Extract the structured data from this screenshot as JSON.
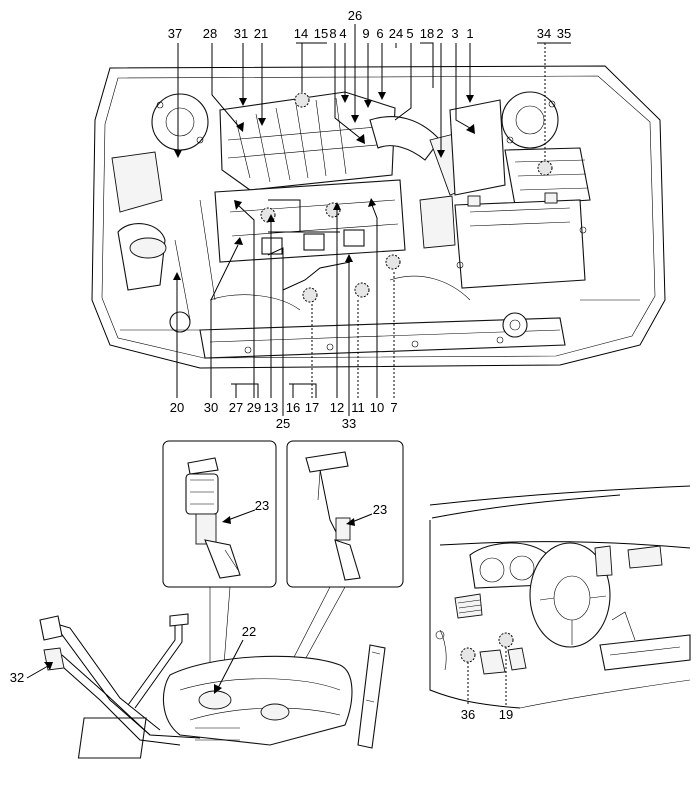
{
  "engine_callouts": {
    "top": [
      "37",
      "28",
      "31",
      "21",
      "14",
      "15",
      "26",
      "4",
      "8",
      "9",
      "6",
      "24",
      "5",
      "18",
      "2",
      "3",
      "1",
      "34",
      "35"
    ],
    "bottom": [
      "20",
      "30",
      "27",
      "29",
      "13",
      "25",
      "16",
      "17",
      "12",
      "33",
      "11",
      "10",
      "7"
    ]
  },
  "fuel_callouts": [
    "23",
    "23",
    "22",
    "32"
  ],
  "cabin_callouts": [
    "36",
    "19"
  ]
}
